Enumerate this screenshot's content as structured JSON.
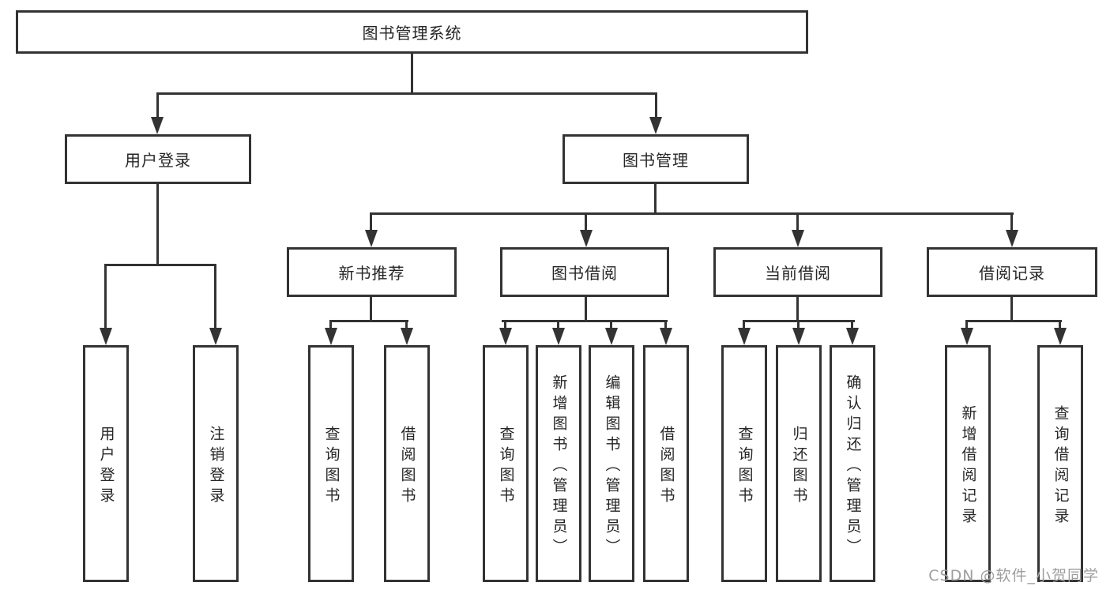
{
  "diagram": {
    "root": {
      "label": "图书管理系统"
    },
    "branches": [
      {
        "label": "用户登录",
        "children": [
          "用户登录",
          "注销登录"
        ]
      },
      {
        "label": "图书管理",
        "groups": [
          {
            "label": "新书推荐",
            "children": [
              "查询图书",
              "借阅图书"
            ]
          },
          {
            "label": "图书借阅",
            "children": [
              "查询图书",
              "新增图书（管理员）",
              "编辑图书（管理员）",
              "借阅图书"
            ]
          },
          {
            "label": "当前借阅",
            "children": [
              "查询图书",
              "归还图书",
              "确认归还（管理员）"
            ]
          },
          {
            "label": "借阅记录",
            "children": [
              "新增借阅记录",
              "查询借阅记录"
            ]
          }
        ]
      }
    ]
  },
  "watermark": {
    "text": "CSDN @软件_小贺同学"
  },
  "colors": {
    "line": "#333333",
    "text": "#262626",
    "box_background": "#ffffff",
    "watermark": "#9e9e9e",
    "page_background": "#ffffff"
  }
}
